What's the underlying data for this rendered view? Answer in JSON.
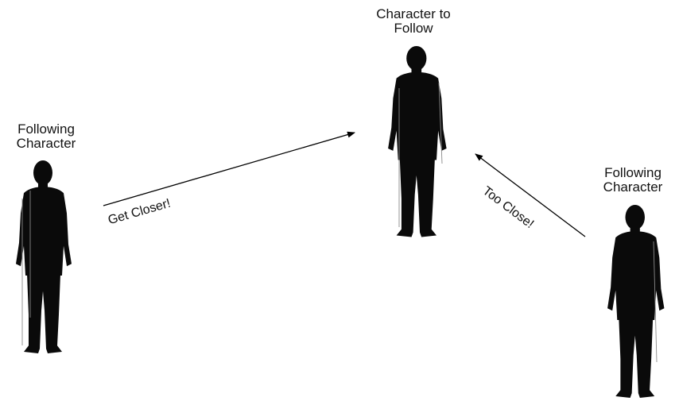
{
  "labels": {
    "target_line1": "Character to",
    "target_line2": "Follow",
    "left_line1": "Following",
    "left_line2": "Character",
    "right_line1": "Following",
    "right_line2": "Character",
    "get_closer": "Get Closer!",
    "too_close": "Too Close!"
  },
  "colors": {
    "silhouette": "#0a0a0a",
    "text": "#111111",
    "arrow": "#000000"
  }
}
